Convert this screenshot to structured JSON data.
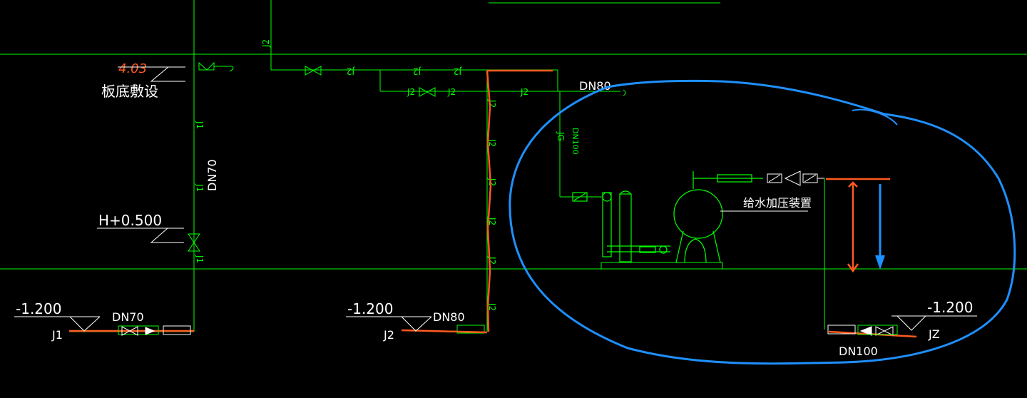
{
  "colors": {
    "background": "#000000",
    "gridline": "#00ff00",
    "pipe": "#00ff00",
    "pipe_markup": "#ff5a1f",
    "annotation": "#1e90ff",
    "text": "#ffffff"
  },
  "labels": {
    "note_code": "4.03",
    "note_text": "板底敷设",
    "elev_h": "H+0.500",
    "elev_j1": "-1.200",
    "elev_j2": "-1.200",
    "elev_jz": "-1.200",
    "riser_j1": "J1",
    "riser_j2": "J2",
    "riser_jz": "JZ",
    "size_j1": "DN70",
    "size_j2": "DN80",
    "size_jz": "DN100",
    "size_top": "DN80",
    "size_riser_j1": "DN70",
    "size_jg": "DN100",
    "pipe_code_j1": "J1",
    "pipe_code_j2": "J2",
    "pipe_code_jg": "JG",
    "device_name": "给水加压装置"
  },
  "icons": [
    "gate-valve-icon",
    "check-valve-icon",
    "pump-icon",
    "pressure-tank-icon",
    "flow-arrow-icon"
  ]
}
